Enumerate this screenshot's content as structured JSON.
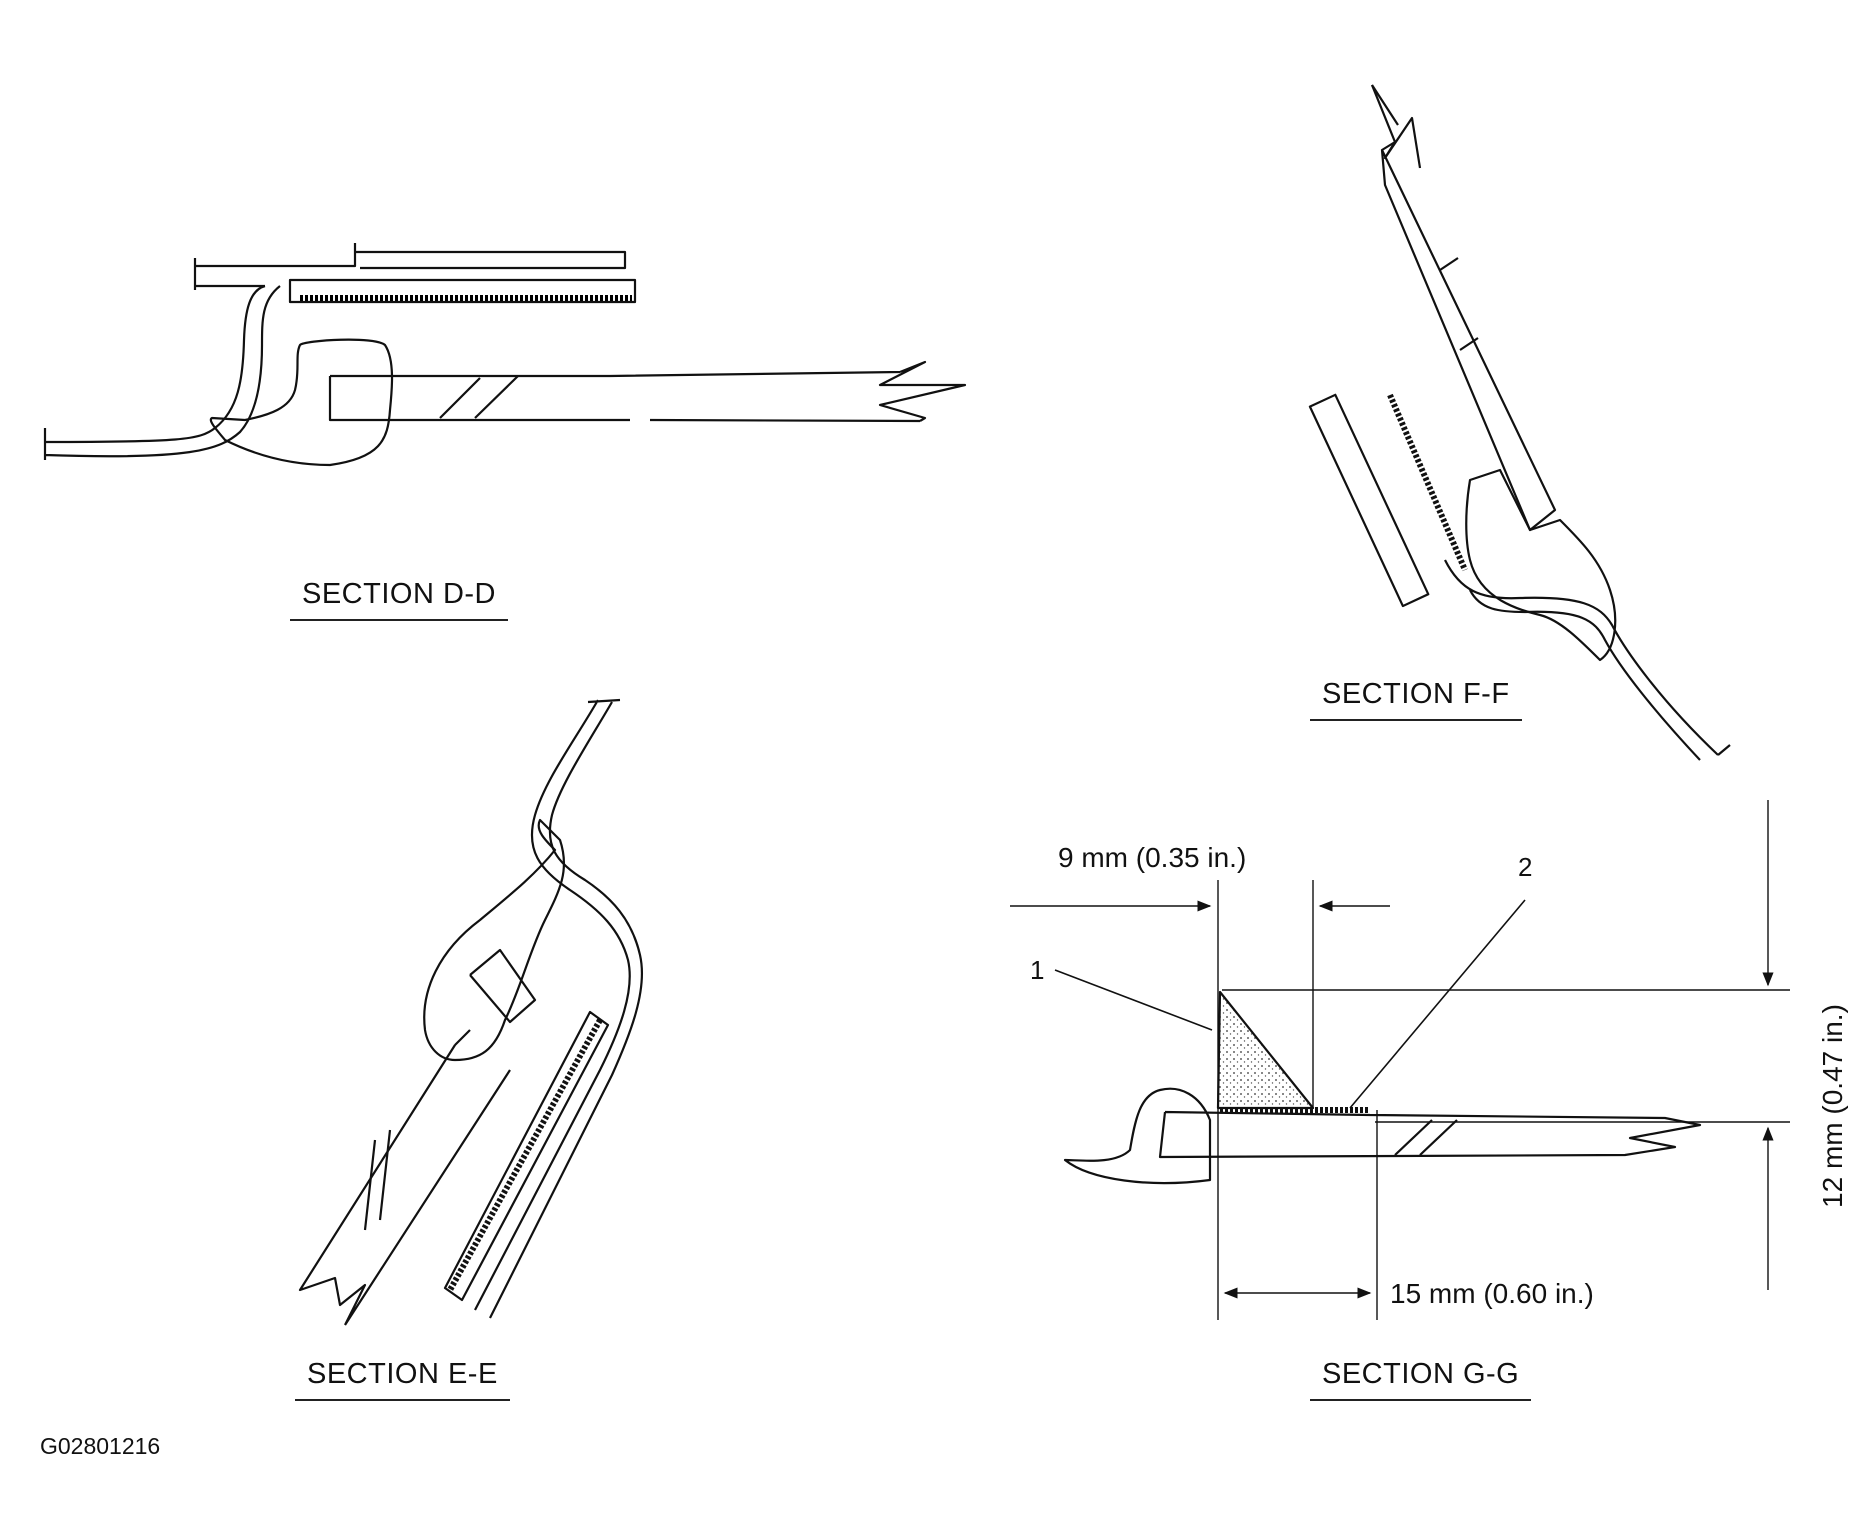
{
  "sections": {
    "d": {
      "title": "SECTION D-D"
    },
    "e": {
      "title": "SECTION E-E"
    },
    "f": {
      "title": "SECTION F-F"
    },
    "g": {
      "title": "SECTION G-G"
    }
  },
  "dimensions": {
    "width_top": "9 mm (0.35 in.)",
    "width_bottom": "15 mm (0.60 in.)",
    "height": "12 mm (0.47 in.)"
  },
  "callouts": [
    "1",
    "2"
  ],
  "figure_code": "G02801216",
  "colors": {
    "line": "#111111",
    "background": "#ffffff"
  }
}
